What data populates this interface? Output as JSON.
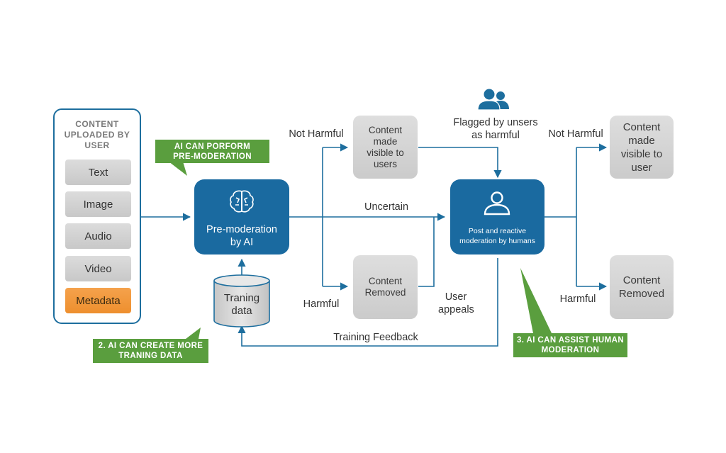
{
  "input_panel": {
    "title": "CONTENT\nUPLOADED BY\nUSER",
    "items": [
      "Text",
      "Image",
      "Audio",
      "Video",
      "Metadata"
    ]
  },
  "callouts": {
    "pre_moderation": "AI CAN PORFORM\nPRE-MODERATION",
    "training_data": "2. AI CAN CREATE MORE\nTRANING DATA",
    "assist_human": "3. AI CAN ASSIST HUMAN\nMODERATION"
  },
  "nodes": {
    "pre_moderation": "Pre-moderation\nby AI",
    "training_data": "Traning\ndata",
    "human_moderation": "Post and reactive\nmoderation by humans",
    "visible_left": "Content\nmade\nvisible to\nusers",
    "removed_left": "Content\nRemoved",
    "visible_right": "Content\nmade\nvisible to\nuser",
    "removed_right": "Content\nRemoved"
  },
  "edge_labels": {
    "not_harmful_left": "Not Harmful",
    "harmful_left": "Harmful",
    "uncertain": "Uncertain",
    "flagged": "Flagged by unsers\nas harmful",
    "user_appeals": "User\nappeals",
    "training_feedback": "Training Feedback",
    "not_harmful_right": "Not Harmful",
    "harmful_right": "Harmful"
  },
  "colors": {
    "blue": "#1a6aa0",
    "line": "#1d6e9e",
    "green": "#5a9e3e",
    "orange": "#ee8f2e",
    "gray": "#d4d4d4"
  },
  "icons": {
    "brain": "brain-icon",
    "person": "person-icon",
    "users": "users-icon",
    "database": "database-icon"
  }
}
